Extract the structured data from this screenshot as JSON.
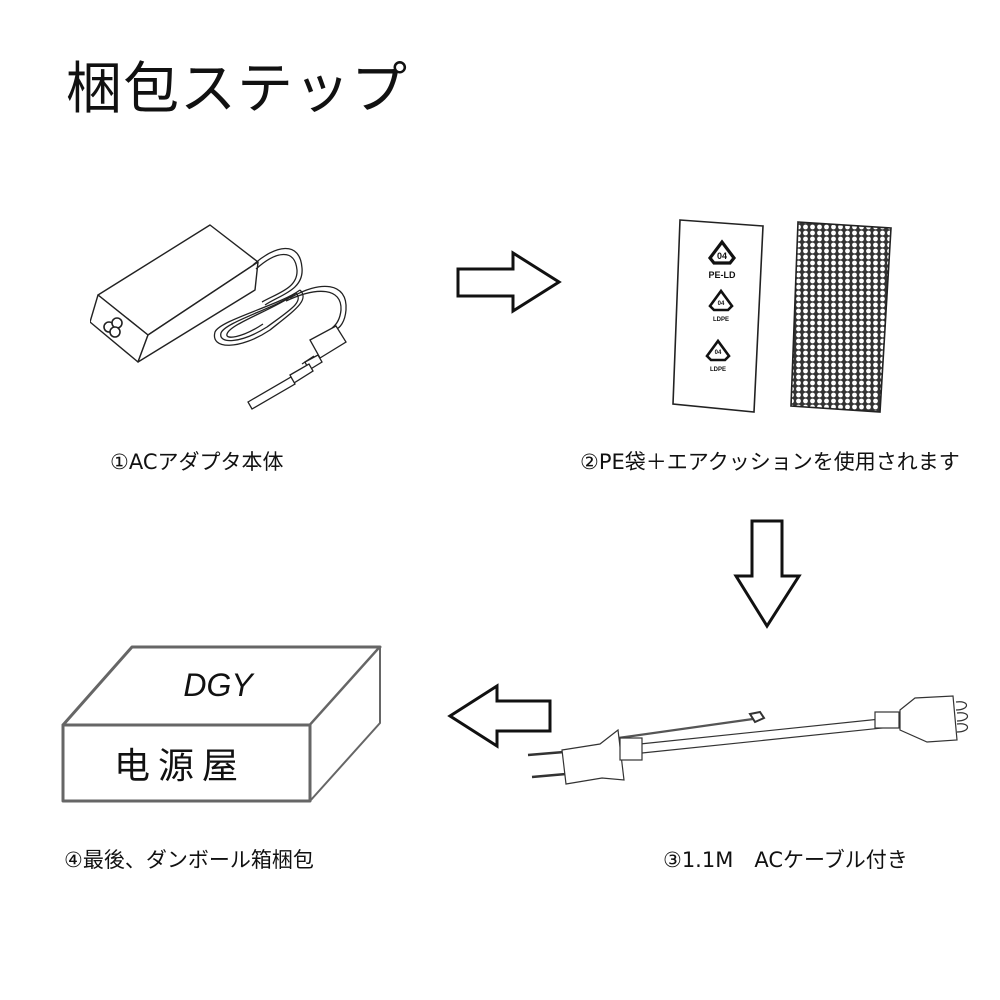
{
  "title": "梱包ステップ",
  "steps": [
    {
      "caption": "①ACアダプタ本体",
      "illustration": "ac-adapter"
    },
    {
      "caption": "②PE袋＋エアクッションを使用されます",
      "illustration": "pe-bag-and-air-cushion",
      "bag_labels": [
        {
          "code": "04",
          "text": "PE-LD"
        },
        {
          "code": "04",
          "text": "LDPE"
        },
        {
          "code": "04",
          "text": "LDPE"
        }
      ]
    },
    {
      "caption": "③1.1M　ACケーブル付き",
      "illustration": "ac-cable"
    },
    {
      "caption": "④最後、ダンボール箱梱包",
      "illustration": "cardboard-box",
      "box_top_text": "DGY",
      "box_front_text": "电源屋"
    }
  ],
  "arrows": [
    {
      "from": "step-1",
      "to": "step-2",
      "direction": "right"
    },
    {
      "from": "step-2",
      "to": "step-3",
      "direction": "down"
    },
    {
      "from": "step-3",
      "to": "step-4",
      "direction": "left"
    }
  ]
}
